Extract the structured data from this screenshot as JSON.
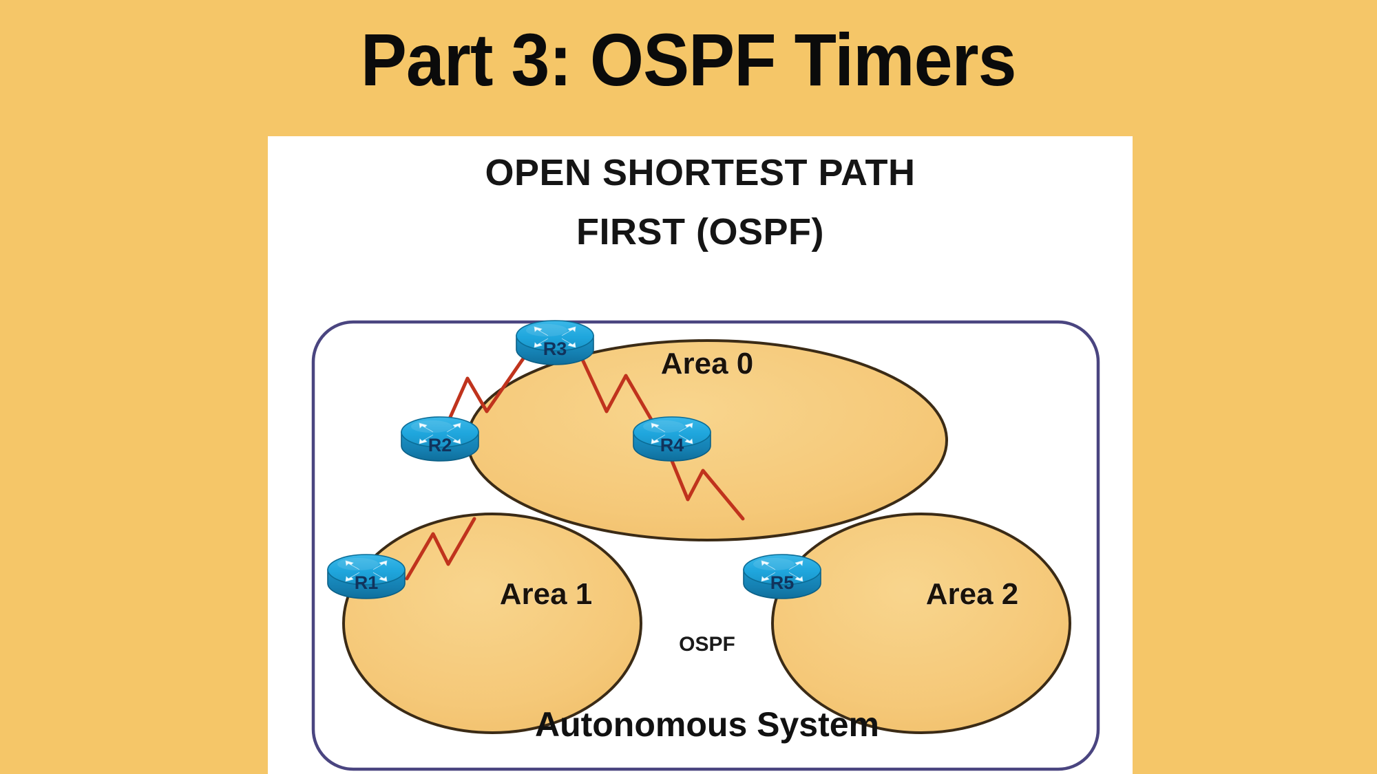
{
  "slide": {
    "background_color": "#f5c668",
    "panel_color": "#ffffff",
    "title": "Part 3: OSPF Timers"
  },
  "headings": {
    "line1": "OPEN SHORTEST PATH",
    "line2": "FIRST (OSPF)"
  },
  "diagram": {
    "autonomous_system_label": "Autonomous System",
    "autonomous_system_border_color": "#4a4580",
    "protocol_label": "OSPF",
    "area_fill_color": "#f5c878",
    "area_border_color": "#3b2b16",
    "link_color": "#c0331d",
    "router_top_color": "#1fa6dd",
    "router_side_color": "#1582b4",
    "areas": [
      {
        "id": "area-0",
        "label": "Area 0"
      },
      {
        "id": "area-1",
        "label": "Area 1"
      },
      {
        "id": "area-2",
        "label": "Area 2"
      }
    ],
    "routers": [
      {
        "id": "r1",
        "label": "R1",
        "area": "Area 1"
      },
      {
        "id": "r2",
        "label": "R2",
        "area": "Area 1 / Area 0 border"
      },
      {
        "id": "r3",
        "label": "R3",
        "area": "Area 0"
      },
      {
        "id": "r4",
        "label": "R4",
        "area": "Area 0 / Area 2 border"
      },
      {
        "id": "r5",
        "label": "R5",
        "area": "Area 2"
      }
    ],
    "links": [
      {
        "from": "R2",
        "to": "R3"
      },
      {
        "from": "R3",
        "to": "R4"
      },
      {
        "from": "R1",
        "to": "R2"
      },
      {
        "from": "R4",
        "to": "R5"
      }
    ]
  }
}
